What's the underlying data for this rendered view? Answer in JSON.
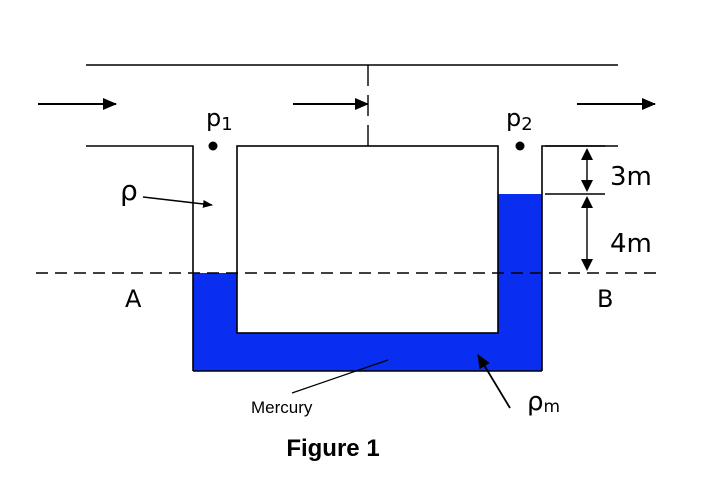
{
  "diagram": {
    "caption": "Figure 1",
    "labels": {
      "p1": "p",
      "p1_sub": "1",
      "p2": "p",
      "p2_sub": "2",
      "rho": "ρ",
      "rho_m": "ρ",
      "rho_m_sub": "m",
      "point_a": "A",
      "point_b": "B",
      "mercury": "Mercury",
      "dim_upper": "3m",
      "dim_lower": "4m"
    },
    "colors": {
      "mercury_fill": "#0a2ef0",
      "line": "#000000"
    }
  }
}
